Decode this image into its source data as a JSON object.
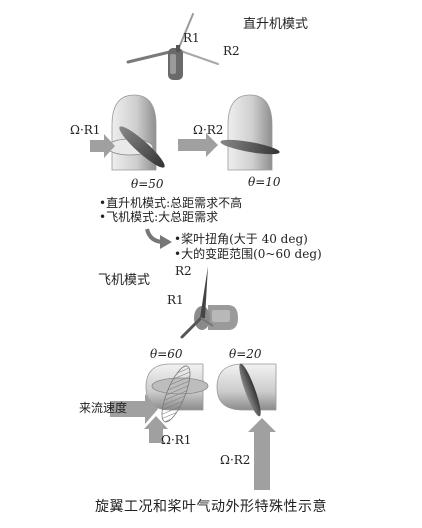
{
  "heli_mode": "直升机模式",
  "plane_mode": "飞机模式",
  "r1": "R1",
  "r2": "R2",
  "omega_r1": "Ω·R1",
  "omega_r2": "Ω·R2",
  "theta_50": "θ=50",
  "theta_10": "θ=10",
  "theta_60": "θ=60",
  "theta_20": "θ=20",
  "notes_mode": [
    "•直升机模式:总距需求不高",
    "•飞机模式:大总距需求"
  ],
  "notes_blade": [
    "•桨叶扭角(大于 40 deg)",
    "•大的变距范围(0~60 deg)"
  ],
  "incoming_flow": "来流速度",
  "caption": "旋翼工况和桨叶气动外形特殊性示意",
  "colors": {
    "arrow_gray": "#9a9a9a",
    "body_gray": "#c7c7c7",
    "blade_dark": "#555555"
  }
}
